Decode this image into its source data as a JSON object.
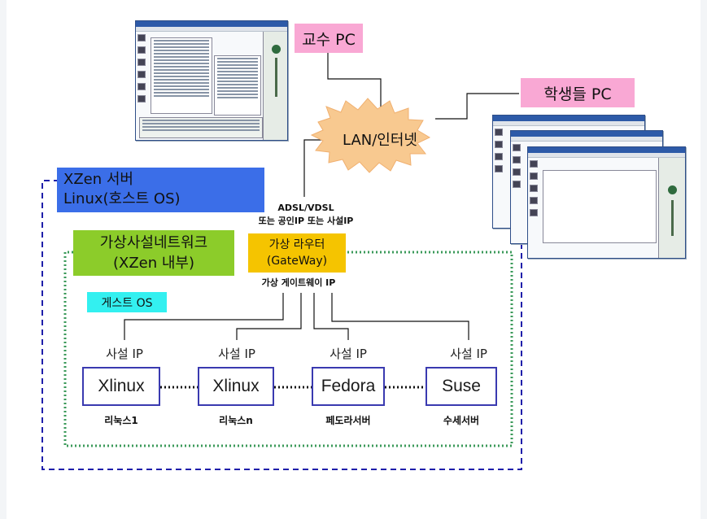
{
  "professor_pc": "교수 PC",
  "student_pcs": "학생들 PC",
  "network": "LAN/인터넷",
  "host_title_line1": "XZen 서버",
  "host_title_line2": "Linux(호스트 OS)",
  "connection_line1": "ADSL/VDSL",
  "connection_line2": "또는 공인IP 또는 사설IP",
  "virtual_net_line1": "가상사설네트워크",
  "virtual_net_line2": "(XZen 내부)",
  "router_line1": "가상 라우터",
  "router_line2": "(GateWay)",
  "gateway_ip": "가상 게이트웨이 IP",
  "guest_os": "게스트 OS",
  "vms": [
    {
      "private_ip": "사설 IP",
      "os": "Xlinux",
      "name": "리눅스1"
    },
    {
      "private_ip": "사설 IP",
      "os": "Xlinux",
      "name": "리눅스n"
    },
    {
      "private_ip": "사설 IP",
      "os": "Fedora",
      "name": "페도라서버"
    },
    {
      "private_ip": "사설 IP",
      "os": "Suse",
      "name": "수세서버"
    }
  ],
  "colors": {
    "pink": "#f9a8d4",
    "blue_box": "#3b6ee8",
    "green_box": "#8ccc2a",
    "router": "#f5c400",
    "cyan": "#33f0f0",
    "cloud": "#f8c990",
    "host_border": "#1f1faa",
    "net_border": "#3b9a5a"
  },
  "icons": [
    "screenshot-professor-icon",
    "screenshot-student-icon",
    "cloud-icon"
  ]
}
